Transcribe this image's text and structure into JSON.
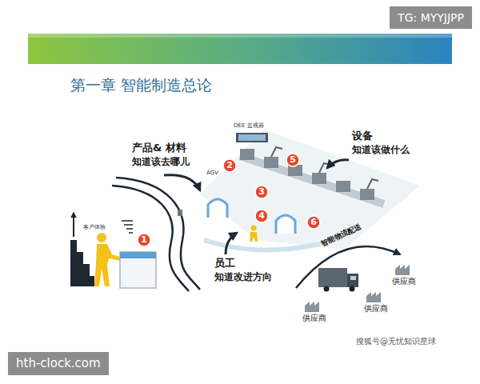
{
  "diagram": {
    "title": "第一章 智能制造总论",
    "nodes": [
      {
        "text": [
          "TG: MYYJJPP"
        ]
      },
      {
        "text": [
          "1"
        ]
      },
      {
        "text": [
          "2"
        ]
      },
      {
        "text": [
          "3"
        ]
      },
      {
        "text": [
          "4"
        ]
      },
      {
        "text": [
          "5"
        ]
      },
      {
        "text": [
          "6"
        ]
      },
      {
        "text": [
          "hth-clock.com"
        ]
      }
    ],
    "labels": [
      "产品& 材料",
      "知道该去哪儿",
      "设备",
      "知道该做什么",
      "员工",
      "知道改进方向",
      "客户体验",
      "OEE 监视器",
      "AGV",
      "智能物流配送",
      "供应商",
      "供应商",
      "供应商",
      "搜狐号@无忧知识星球"
    ]
  }
}
